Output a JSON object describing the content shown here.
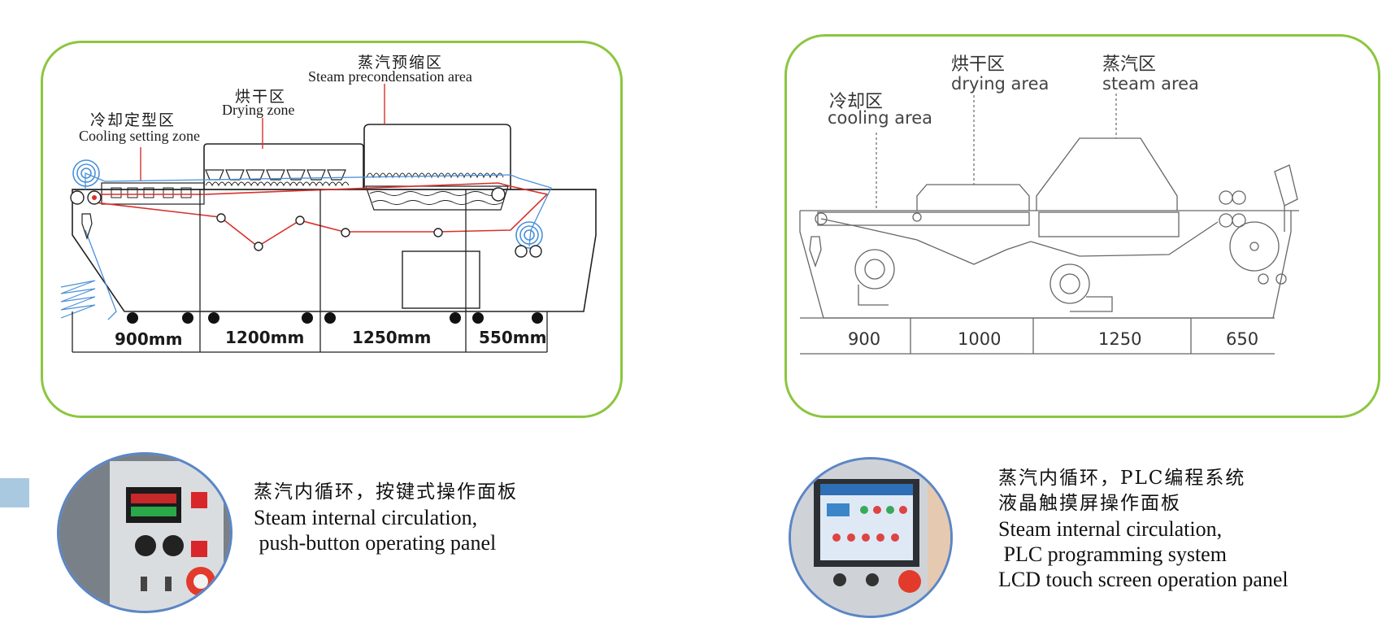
{
  "left_diagram": {
    "zones": [
      {
        "cn": "冷却定型区",
        "en": "Cooling setting zone"
      },
      {
        "cn": "烘干区",
        "en": "Drying zone"
      },
      {
        "cn": "蒸汽预缩区",
        "en": "Steam precondensation area"
      }
    ],
    "dimensions": [
      "900mm",
      "1200mm",
      "1250mm",
      "550mm"
    ]
  },
  "right_diagram": {
    "zones": [
      {
        "cn": "冷却区",
        "en": "cooling area"
      },
      {
        "cn": "烘干区",
        "en": "drying area"
      },
      {
        "cn": "蒸汽区",
        "en": "steam area"
      }
    ],
    "dimensions": [
      "900",
      "1000",
      "1250",
      "650"
    ]
  },
  "captions": {
    "left": {
      "cn": "蒸汽内循环，按键式操作面板",
      "en_line1": "Steam internal circulation,",
      "en_line2": " push-button operating panel"
    },
    "right": {
      "cn_line1": "蒸汽内循环，PLC编程系统",
      "cn_line2": "液晶触摸屏操作面板",
      "en_line1": "Steam internal circulation,",
      "en_line2": " PLC programming system",
      "en_line3": "LCD touch screen operation panel"
    }
  },
  "colors": {
    "panel_border": "#8cc63f",
    "photo_border": "#5b86c5",
    "belt_red": "#d9302c",
    "fabric_blue": "#4a90d9"
  }
}
